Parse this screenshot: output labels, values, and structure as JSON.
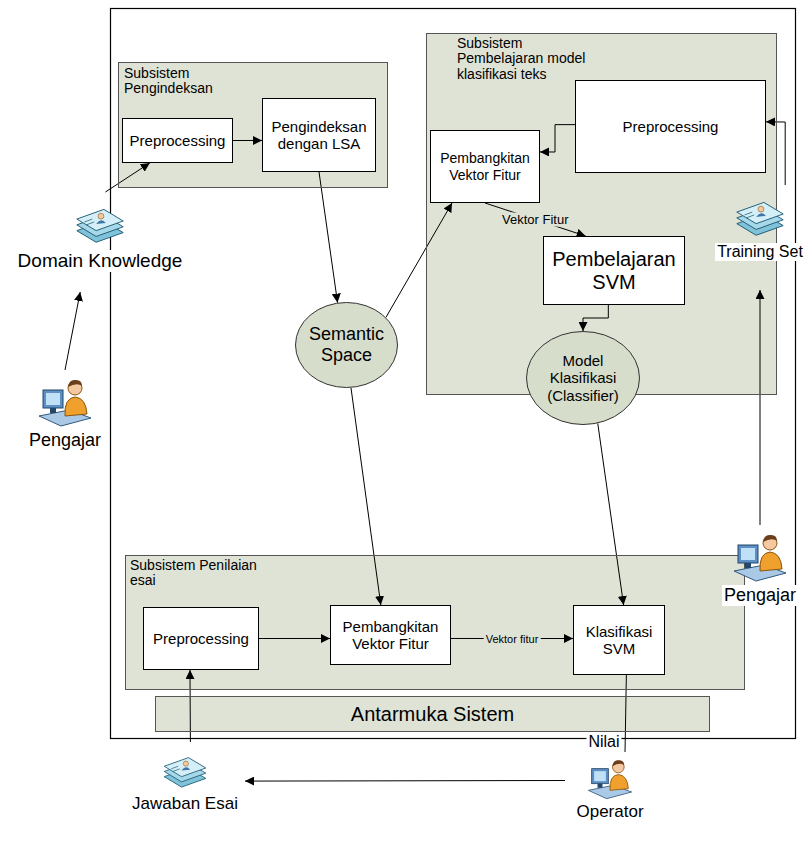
{
  "diagram": {
    "nodes": [
      {
        "text": [
          "Subsistem Pengindeksan"
        ]
      },
      {
        "text": [
          "Preprocessing"
        ],
        "in": 0
      },
      {
        "text": [
          "Pengindeksan dengan LSA"
        ],
        "in": 0
      },
      {
        "text": [
          "Subsistem Pembelajaran model klasifikasi teks"
        ]
      },
      {
        "text": [
          "Pembangkitan Vektor Fitur"
        ],
        "in": 3
      },
      {
        "text": [
          "Preprocessing"
        ],
        "in": 3
      },
      {
        "text": [
          "Pembelajaran SVM"
        ],
        "in": 3
      },
      {
        "text": [
          "Semantic Space"
        ]
      },
      {
        "text": [
          "Model Klasifikasi (Classifier)"
        ]
      },
      {
        "text": [
          "Subsistem Penilaian esai"
        ]
      },
      {
        "text": [
          "Preprocessing"
        ],
        "in": 9
      },
      {
        "text": [
          "Pembangkitan Vektor Fitur"
        ],
        "in": 9
      },
      {
        "text": [
          "Klasifikasi SVM"
        ],
        "in": 9
      },
      {
        "text": [
          "Antarmuka Sistem"
        ]
      },
      {
        "text": [
          "Domain Knowledge"
        ]
      },
      {
        "text": [
          "Training Set"
        ]
      },
      {
        "text": [
          "Pengajar"
        ]
      },
      {
        "text": [
          "Pengajar"
        ]
      },
      {
        "text": [
          "Jawaban Esai"
        ]
      },
      {
        "text": [
          "Operator"
        ]
      }
    ],
    "edges": [
      {
        "from": 16,
        "to": 14,
        "arrow": "to"
      },
      {
        "from": 14,
        "to": 1,
        "arrow": "to"
      },
      {
        "from": 1,
        "to": 2,
        "arrow": "to"
      },
      {
        "from": 2,
        "to": 7,
        "arrow": "to"
      },
      {
        "from": 7,
        "to": 4,
        "arrow": "to"
      },
      {
        "from": 15,
        "to": 5,
        "arrow": "to"
      },
      {
        "from": 5,
        "to": 4,
        "arrow": "to"
      },
      {
        "from": 4,
        "to": 6,
        "label": "Vektor Fitur",
        "arrow": "to"
      },
      {
        "from": 6,
        "to": 8,
        "arrow": "to"
      },
      {
        "from": 8,
        "to": 12,
        "arrow": "to"
      },
      {
        "from": 7,
        "to": 11,
        "arrow": "to"
      },
      {
        "from": 10,
        "to": 11,
        "arrow": "to"
      },
      {
        "from": 11,
        "to": 12,
        "label": "Vektor fitur",
        "arrow": "to"
      },
      {
        "from": 19,
        "to": 18,
        "arrow": "to"
      },
      {
        "from": 18,
        "to": 10,
        "arrow": "to"
      },
      {
        "from": 17,
        "to": 15,
        "arrow": "to"
      },
      {
        "from": 12,
        "to": 19,
        "label": "Nilai",
        "arrow": "none"
      }
    ]
  }
}
